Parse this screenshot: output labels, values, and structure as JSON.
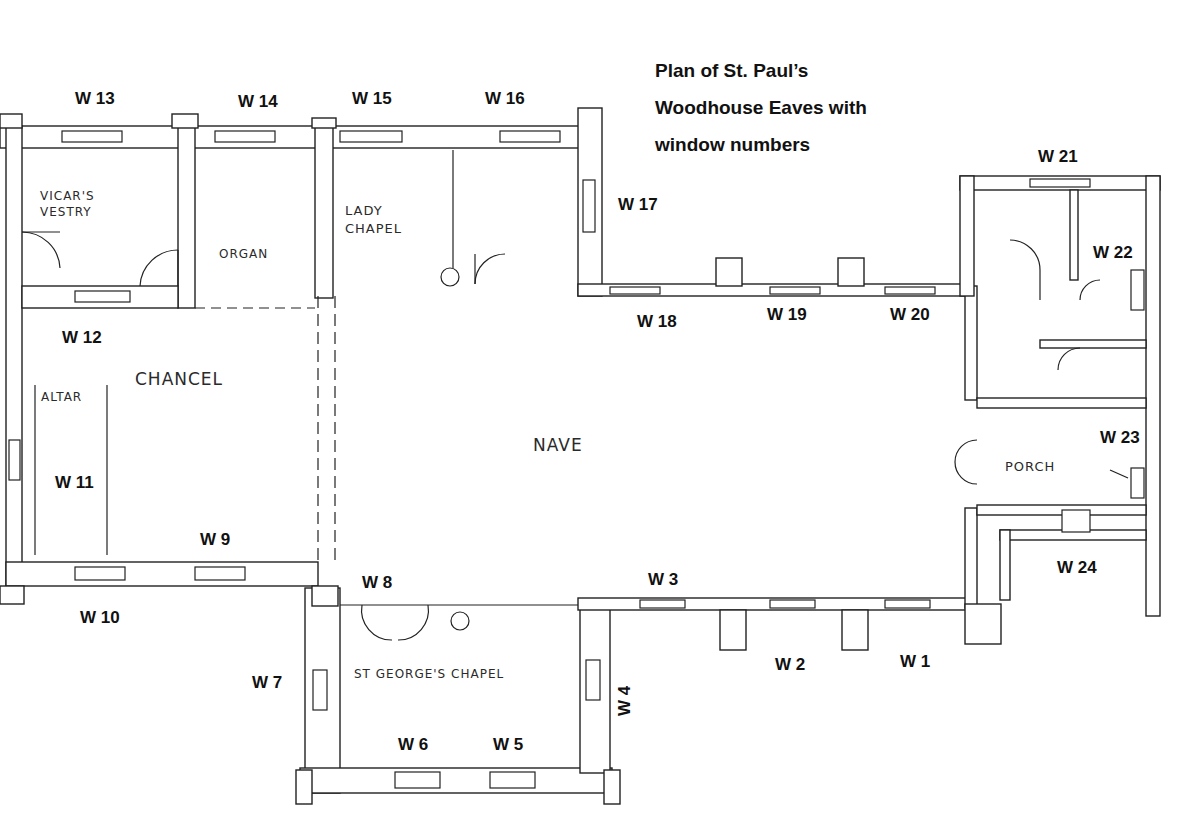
{
  "diagram": {
    "title": "Plan of St. Paul’s Woodhouse Eaves with window numbers",
    "nodes": [
      {
        "text": [
          "VICAR'S VESTRY"
        ]
      },
      {
        "text": [
          "ORGAN"
        ]
      },
      {
        "text": [
          "LADY CHAPEL"
        ]
      },
      {
        "text": [
          "CHANCEL"
        ]
      },
      {
        "text": [
          "ALTAR"
        ],
        "in": 3
      },
      {
        "text": [
          "NAVE"
        ]
      },
      {
        "text": [
          "PORCH"
        ]
      },
      {
        "text": [
          "ST GEORGE'S CHAPEL"
        ]
      }
    ],
    "labels": [
      "W 13",
      "W 14",
      "W 15",
      "W 16",
      "W 21",
      "W 17",
      "W 22",
      "W 18",
      "W 19",
      "W 20",
      "W 12",
      "W 23",
      "W 11",
      "W 9",
      "W 24",
      "W 3",
      "W 8",
      "W 10",
      "W 1",
      "W 2",
      "W 7",
      "W 4",
      "W 6",
      "W 5"
    ]
  }
}
